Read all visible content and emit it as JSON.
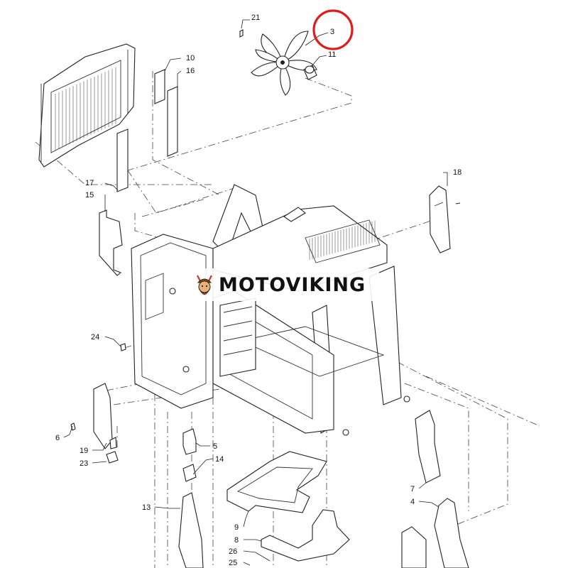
{
  "brand": {
    "name": "MOTOVIKING",
    "logo_icon": "viking-helmet-icon"
  },
  "callouts": [
    "21",
    "3",
    "11",
    "10",
    "16",
    "17",
    "15",
    "18",
    "24",
    "6",
    "19",
    "23",
    "5",
    "14",
    "13",
    "9",
    "8",
    "26",
    "25",
    "7",
    "4"
  ],
  "highlight": {
    "part": "3",
    "color": "#e01b1b"
  }
}
